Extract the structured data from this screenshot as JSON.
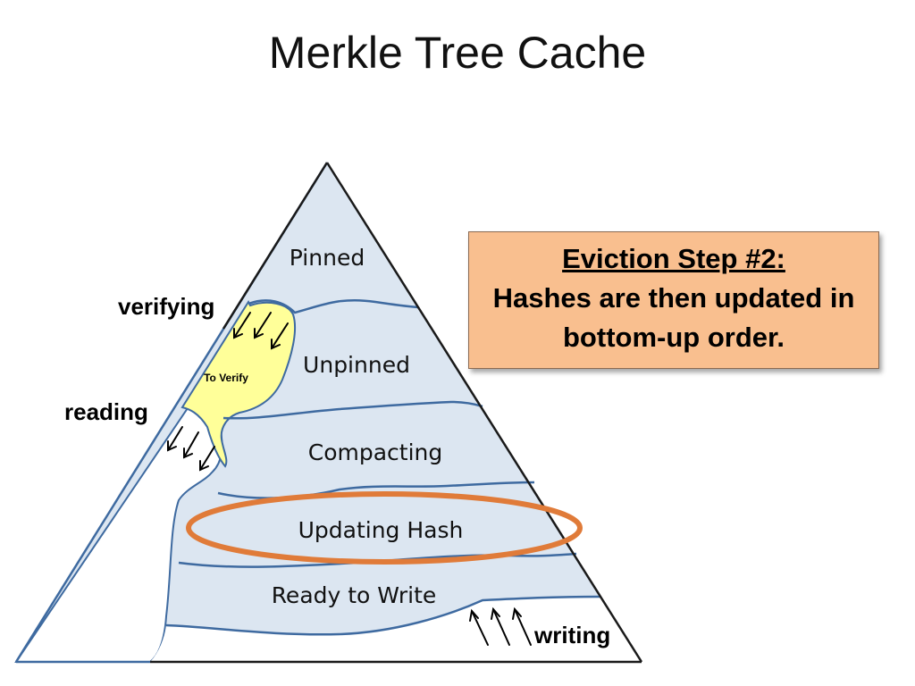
{
  "slide": {
    "title": "Merkle Tree Cache"
  },
  "pyramid": {
    "layers": [
      "Pinned",
      "Unpinned",
      "Compacting",
      "Updating Hash",
      "Ready to Write"
    ],
    "to_verify_label": "To Verify",
    "side_labels": {
      "verifying": "verifying",
      "reading": "reading",
      "writing": "writing"
    },
    "colors": {
      "layer_fill": "#dce6f1",
      "layer_line": "#3e6aa0",
      "to_verify_fill": "#ffff99",
      "highlight_ring": "#e07b39"
    }
  },
  "callout": {
    "heading": "Eviction Step #2:",
    "body": "Hashes are then updated in bottom-up order."
  }
}
